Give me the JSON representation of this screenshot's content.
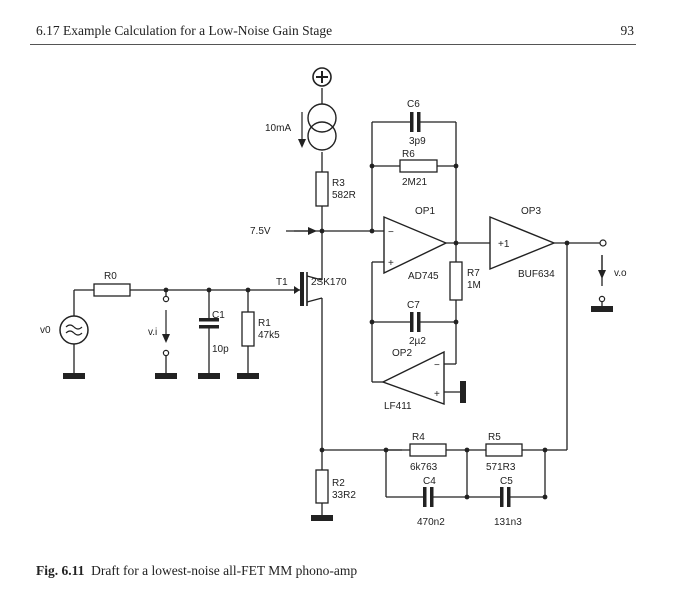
{
  "header": {
    "section": "6.17   Example Calculation for a Low-Noise Gain Stage",
    "page": "93"
  },
  "caption": {
    "label": "Fig. 6.11",
    "text": "Draft for a lowest-noise all-FET MM phono-amp"
  },
  "circuit": {
    "supply_current": "10mA",
    "bias_voltage": "7.5V",
    "source_in": "v0",
    "input_node": "v.i",
    "output_node": "v.o",
    "transistor": {
      "ref": "T1",
      "part": "2SK170"
    },
    "r0": {
      "ref": "R0"
    },
    "c1": {
      "ref": "C1",
      "value": "10p"
    },
    "r1": {
      "ref": "R1",
      "value": "47k5"
    },
    "r3": {
      "ref": "R3",
      "value": "582R"
    },
    "r2": {
      "ref": "R2",
      "value": "33R2"
    },
    "c6": {
      "ref": "C6",
      "value": "3p9"
    },
    "r6": {
      "ref": "R6",
      "value": "2M21"
    },
    "r7": {
      "ref": "R7",
      "value": "1M"
    },
    "c7": {
      "ref": "C7",
      "value": "2µ2"
    },
    "r4": {
      "ref": "R4",
      "value": "6k763"
    },
    "r5": {
      "ref": "R5",
      "value": "571R3"
    },
    "c4": {
      "ref": "C4",
      "value": "470n2"
    },
    "c5": {
      "ref": "C5",
      "value": "131n3"
    },
    "op1": {
      "ref": "OP1",
      "part": "AD745"
    },
    "op2": {
      "ref": "OP2",
      "part": "LF411"
    },
    "op3": {
      "ref": "OP3",
      "part": "BUF634",
      "gain": "+1"
    },
    "minus_sign": "−",
    "plus_sign": "+"
  }
}
